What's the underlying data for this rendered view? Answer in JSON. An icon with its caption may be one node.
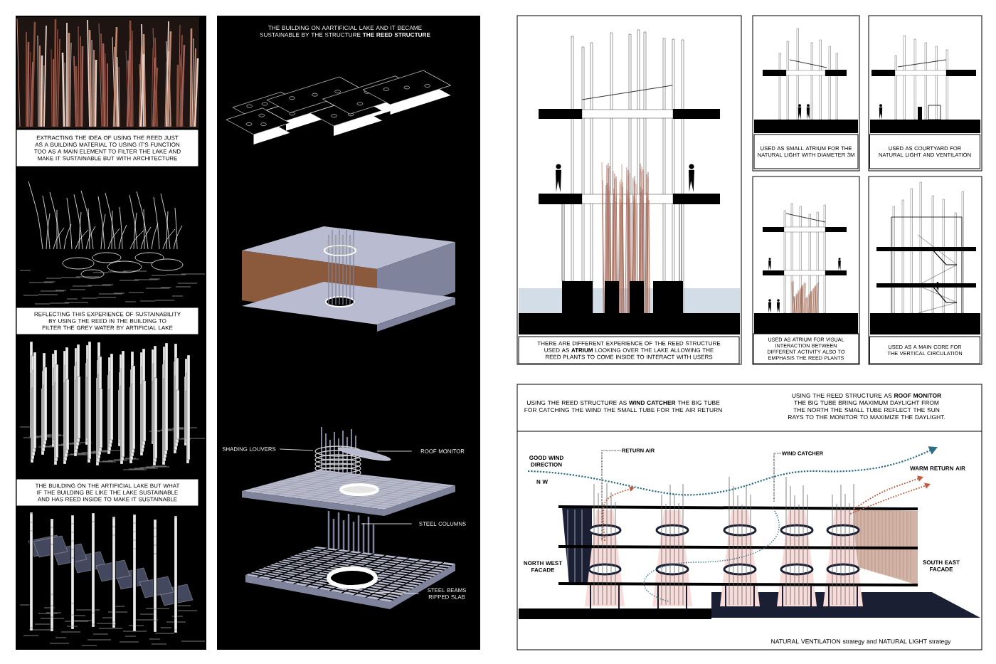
{
  "diagram": {
    "nodes": [
      {
        "text": [
          "EXTRACTING THE IDEA OF USING THE REED JUST AS A BUILDING MATERIAL TO USING IT'S FUNCTION TOO AS A MAIN ELEMENT TO FILTER THE LAKE AND MAKE IT SUSTAINABLE BUT WITH ARCHITECTURE"
        ]
      },
      {
        "text": [
          "REFLECTING THIS EXPERIENCE OF SUSTAINABILITY BY USING THE REED IN THE BUILDING TO FILTER THE GREY WATER BY ARTIFICIAL LAKE"
        ]
      },
      {
        "text": [
          "THE BUILDING ON THE ARTIFICIAL LAKE BUT WHAT IF THE BUILDING BE LIKE THE LAKE SUSTAINABLE AND HAS REED INSIDE TO MAKE IT SUSTAINABLE"
        ]
      },
      {
        "text": [
          "SHADING LOUVERS"
        ]
      },
      {
        "text": [
          "ROOF MONITOR"
        ]
      },
      {
        "text": [
          "STEEL COLUMNS"
        ]
      },
      {
        "text": [
          "STEEL BEAMS RIPPED SLAB"
        ]
      },
      {
        "text": [
          "THERE ARE DIFFERENT EXPERIENCE OF THE REED STRUCTURE USED AS **ATRIUM** LOOKING OVER THE LAKE ALLOWING THE REED PLANTS TO COME INSIDE TO INTERACT WITH USERS"
        ]
      },
      {
        "text": [
          "USED AS SMALL ATRIUM FOR THE NATURAL LIGHT WITH DIAMETER 3M"
        ]
      },
      {
        "text": [
          "USED AS COURTYARD FOR NATURAL LIGHT AND VENTILATION"
        ]
      },
      {
        "text": [
          "USED AS ATRIUM FOR VISUAL INTERACTION BETWEEN DIFFERENT ACTIVITY ALSO TO EMPHASIS THE REED PLANTS"
        ]
      },
      {
        "text": [
          "USED AS A MAIN CORE FOR THE VERTICAL CIRCULATION"
        ]
      },
      {
        "text": [
          "RETURN AIR"
        ]
      },
      {
        "text": [
          "WIND CATCHER"
        ]
      }
    ],
    "edges": [
      {
        "from": 3,
        "to": null,
        "arrow": "none"
      },
      {
        "from": 4,
        "to": null,
        "arrow": "none"
      },
      {
        "from": 5,
        "to": null,
        "arrow": "none"
      },
      {
        "from": 6,
        "to": null,
        "arrow": "none"
      },
      {
        "from": 12,
        "to": null,
        "arrow": "none",
        "style": "dashed",
        "color": "#333333"
      },
      {
        "from": 13,
        "to": null,
        "arrow": "none",
        "style": "dashed",
        "color": "#333333"
      }
    ],
    "labels": [
      "THE BUILDING ON AARTIFICIAL LAKE AND IT BECAME SUSTAINABLE BY THE STRUCTURE **THE REED STRUCTURE**",
      "USING THE REED STRUCTURE AS **WIND CATCHER** THE BIG TUBE FOR CATCHING THE WIND THE SMALL TUBE FOR THE AIR RETURN",
      "USING THE REED STRUCTURE AS **ROOF MONITOR** THE BIG TUBE BRING MAXIMUM DAYLIGHT FROM THE NORTH THE SMALL TUBE REFLECT THE SUN RAYS TO THE MONITOR TO MAXIMIZE THE DAYLIGHT.",
      "GOOD WIND DIRECTION",
      "N W",
      "WARM RETURN AIR",
      "NORTH WEST FACADE",
      "SOUTH EAST FACADE",
      "NATURAL  VENTILATION strategy  and NATURAL LIGHT strategy"
    ]
  }
}
